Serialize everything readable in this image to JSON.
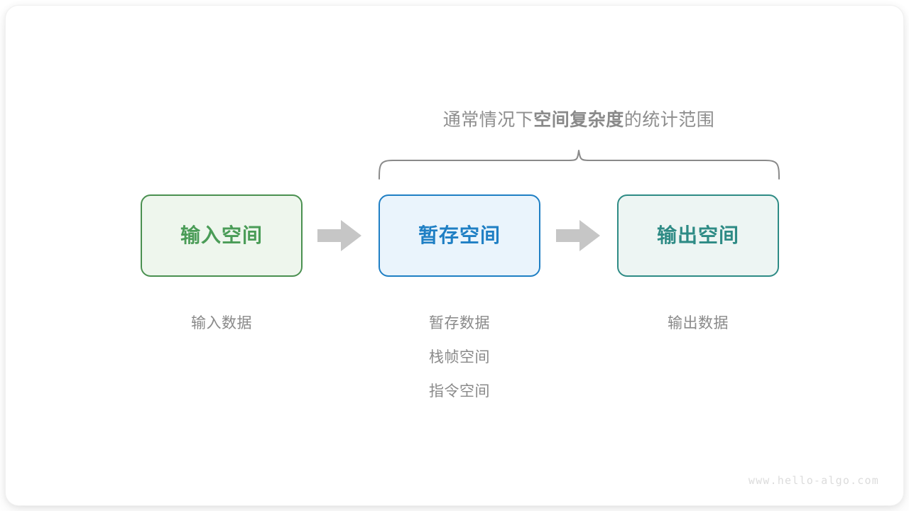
{
  "diagram": {
    "title_annotation": {
      "prefix": "通常情况下",
      "emphasis": "空间复杂度",
      "suffix": "的统计范围",
      "color": "#8e8e8e"
    },
    "brace": {
      "name": "curly-brace-spanning-temp-and-output",
      "color": "#8a8a8a"
    },
    "boxes": [
      {
        "id": "input",
        "label": "输入空间",
        "text_color": "#4a9c57",
        "border_color": "#4a9050",
        "fill_color": "#eef6ed"
      },
      {
        "id": "temp",
        "label": "暂存空间",
        "text_color": "#1f7fc4",
        "border_color": "#1f7fc4",
        "fill_color": "#eaf4fc"
      },
      {
        "id": "output",
        "label": "输出空间",
        "text_color": "#2e8b85",
        "border_color": "#2e8b85",
        "fill_color": "#edf5f3"
      }
    ],
    "arrows": [
      {
        "id": "input-to-temp",
        "color": "#c6c6c6"
      },
      {
        "id": "temp-to-output",
        "color": "#c6c6c6"
      }
    ],
    "captions": {
      "input": [
        "输入数据"
      ],
      "temp": [
        "暂存数据",
        "栈帧空间",
        "指令空间"
      ],
      "output": [
        "输出数据"
      ],
      "color": "#8a8a8a"
    },
    "watermark": "www.hello-algo.com"
  }
}
